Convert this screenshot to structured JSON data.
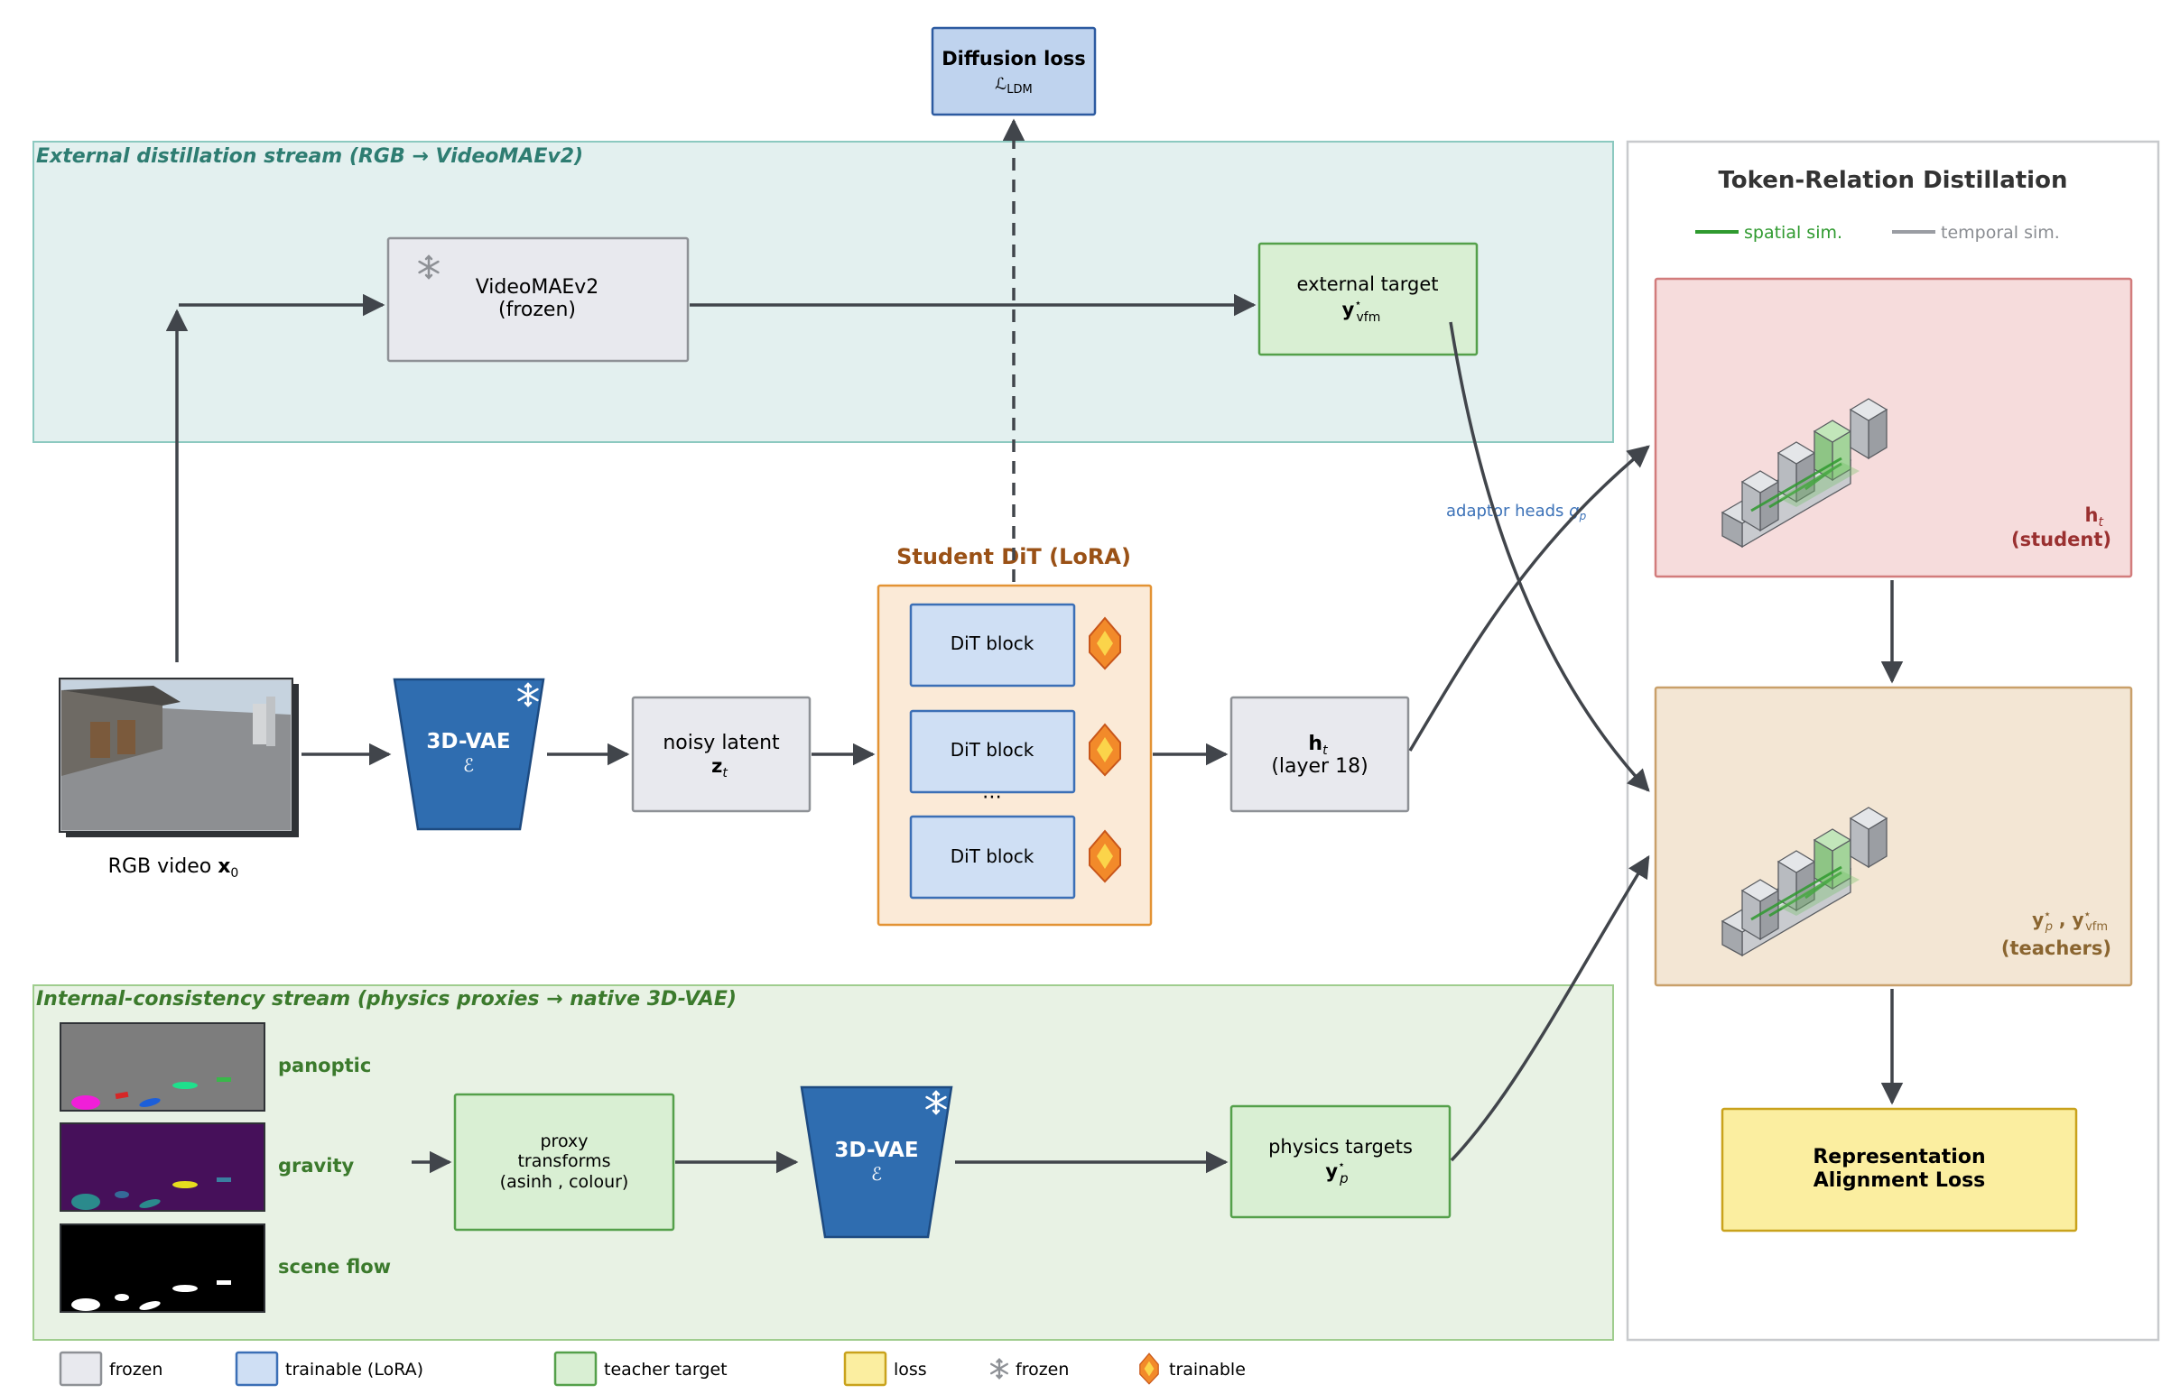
{
  "colors": {
    "frozen_fill": "#e8e9ee",
    "frozen_stroke": "#8e9196",
    "trainable_fill": "#cfdff4",
    "trainable_stroke": "#3b6fb6",
    "teacher_fill": "#d9efd3",
    "teacher_stroke": "#54a04a",
    "loss_fill": "#fbeea0",
    "loss_stroke": "#c9a21c",
    "vae_blue": "#2f6db0",
    "external_bg": "#e3f0ef",
    "external_stroke": "#8cc9c0",
    "internal_bg": "#e8f2e4",
    "internal_stroke": "#9fcd8e",
    "student_bg": "#fbead7",
    "student_stroke": "#e39334",
    "arrow": "#41454b"
  },
  "diffusion_loss": {
    "title": "Diffusion loss",
    "symbol": "ℒ",
    "sub": "LDM"
  },
  "external_stream": {
    "title": "External distillation stream  (RGB → VideoMAEv2)",
    "videomae": {
      "line1": "VideoMAEv2",
      "line2": "(frozen)",
      "icon": "snowflake-icon"
    },
    "target": {
      "line1": "external target",
      "sym": "y",
      "sup": "⋆",
      "sub": "vfm"
    }
  },
  "rgb": {
    "caption": "RGB video",
    "sym": "x",
    "sub": "0"
  },
  "vae": {
    "title": "3D-VAE",
    "sym": "ℰ"
  },
  "noisy": {
    "line1": "noisy latent",
    "sym": "z",
    "sub": "t"
  },
  "student": {
    "title": "Student DiT  (LoRA)",
    "blocks": [
      "DiT block",
      "DiT block",
      "DiT block"
    ],
    "ellipsis": "⋯"
  },
  "hidden": {
    "sym": "h",
    "sub": "t",
    "line2": "(layer 18)"
  },
  "adaptor": {
    "label": "adaptor heads ",
    "sym": "g",
    "sub": "p"
  },
  "internal_stream": {
    "title": "Internal-consistency stream  (physics proxies → native 3D-VAE)",
    "proxies": [
      "panoptic",
      "gravity",
      "scene flow"
    ],
    "transform": {
      "line1": "proxy",
      "line2": "transforms",
      "line3": "(asinh , colour)"
    },
    "physics": {
      "line1": "physics targets",
      "sym": "y",
      "sup": "⋆",
      "sub": "p"
    }
  },
  "trd": {
    "title": "Token-Relation Distillation",
    "legend": [
      "spatial sim.",
      "temporal sim."
    ],
    "legend_colors": [
      "#2f9a2f",
      "#9a9da3"
    ],
    "student_sym": "h",
    "student_sub": "t",
    "student_label": "(student)",
    "teachers_label": "(teachers)",
    "teachers_y1": "y",
    "teachers_sub1": "p",
    "teachers_sep": " , ",
    "teachers_y2": "y",
    "teachers_sub2": "vfm",
    "teachers_sup": "⋆"
  },
  "ral": {
    "line1": "Representation",
    "line2": "Alignment Loss"
  },
  "legend": {
    "items": [
      {
        "label": "frozen",
        "kind": "frozen"
      },
      {
        "label": "trainable (LoRA)",
        "kind": "trainable"
      },
      {
        "label": "teacher target",
        "kind": "teacher"
      },
      {
        "label": "loss",
        "kind": "loss"
      },
      {
        "label": "frozen",
        "kind": "snowflake-icon"
      },
      {
        "label": "trainable",
        "kind": "flame-icon"
      }
    ]
  }
}
